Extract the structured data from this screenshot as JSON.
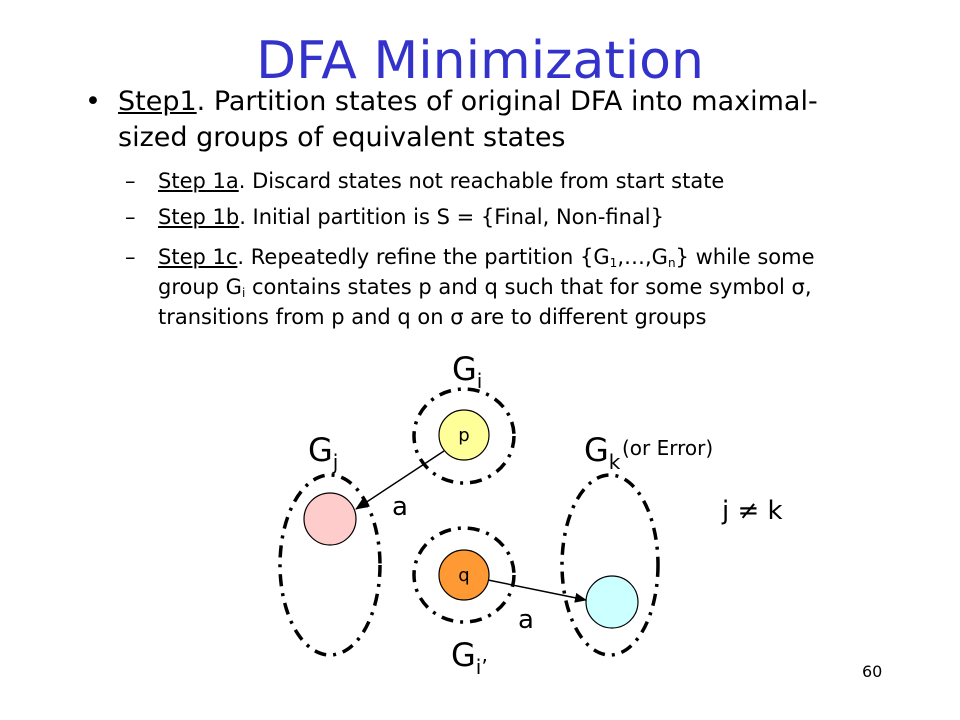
{
  "title": "DFA Minimization",
  "step1": {
    "label": "Step1",
    "text": ". Partition states of original DFA into maximal-sized groups of equivalent states"
  },
  "step1a": {
    "label": "Step 1a",
    "text": ". Discard states not reachable from start state"
  },
  "step1b": {
    "label": "Step  1b",
    "text": ". Initial partition is S = {Final, Non-final}"
  },
  "step1c": {
    "label": "Step 1c",
    "t1": ".  Repeatedly refine the partition {G",
    "s1": "1",
    "t2": ",…,G",
    "s2": "n",
    "t3": "} while some group G",
    "s3": "i",
    "t4": " contains states p and q such that for some symbol σ, transitions from p and q on σ are to different groups"
  },
  "diagram": {
    "gi": {
      "main": "G",
      "sub": "i"
    },
    "gj": {
      "main": "G",
      "sub": "j"
    },
    "gk": {
      "main": "G",
      "sub": "k",
      "note": "(or Error)"
    },
    "gi_prime": {
      "main": "G",
      "sub": "i’"
    },
    "node_p": "p",
    "node_q": "q",
    "edge_a1": "a",
    "edge_a2": "a",
    "condition": "j ≠ k",
    "colors": {
      "p": "#ffff99",
      "q": "#ff9933",
      "gj_state": "#ffcccc",
      "gk_state": "#ccffff"
    }
  },
  "page_number": "60"
}
